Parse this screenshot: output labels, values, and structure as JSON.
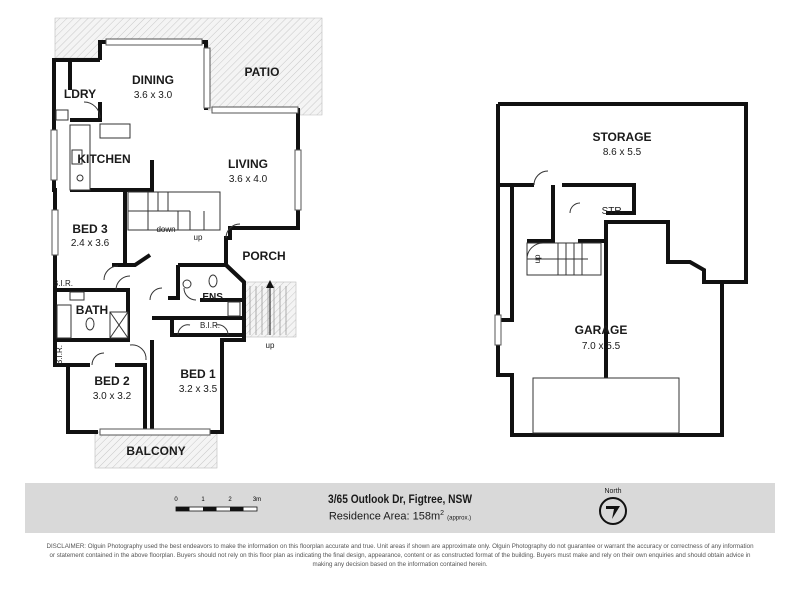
{
  "lower_floor": {
    "rooms": [
      {
        "name": "LDRY",
        "size": ""
      },
      {
        "name": "DINING",
        "size": "3.6 x 3.0"
      },
      {
        "name": "PATIO",
        "size": ""
      },
      {
        "name": "KITCHEN",
        "size": ""
      },
      {
        "name": "LIVING",
        "size": "3.6 x 4.0"
      },
      {
        "name": "BED 3",
        "size": "2.4 x 3.6"
      },
      {
        "name": "PORCH",
        "size": ""
      },
      {
        "name": "BATH",
        "size": ""
      },
      {
        "name": "ENS.",
        "size": ""
      },
      {
        "name": "BED 2",
        "size": "3.0 x 3.2"
      },
      {
        "name": "BED 1",
        "size": "3.2 x 3.5"
      },
      {
        "name": "BALCONY",
        "size": ""
      }
    ],
    "small_labels": {
      "bir_bath": "B.I.R.",
      "bir_bed2": "B.I.R.",
      "bir_bed1": "B.I.R.",
      "stair_down": "down",
      "stair_up": "up",
      "porch_up": "up"
    }
  },
  "upper_floor": {
    "rooms": [
      {
        "name": "STORAGE",
        "size": "8.6 x 5.5"
      },
      {
        "name": "STR.",
        "size": ""
      },
      {
        "name": "GARAGE",
        "size": "7.0 x 5.5"
      }
    ],
    "stair_label": "up"
  },
  "info": {
    "address": "3/65 Outlook Dr, Figtree, NSW",
    "area_prefix": "Residence Area: 158m",
    "area_sup": "2",
    "area_approx": "(approx.)",
    "scale_labels": [
      "0",
      "1",
      "2",
      "3m"
    ],
    "north_label": "North"
  },
  "disclaimer": "DISCLAIMER: Olguin Photography used the best endeavors to make the information on this floorplan accurate and true. Unit areas if shown are approximate only. Olguin Photography do not guarantee or warrant the accuracy or correctness of any information or statement contained in the above floorplan. Buyers should not rely on this floor plan as indicating the final design, appearance, content or as constructed format of the building. Buyers must make and rely on their own enquiries and should obtain advice in making any decision based on the information contained herein."
}
